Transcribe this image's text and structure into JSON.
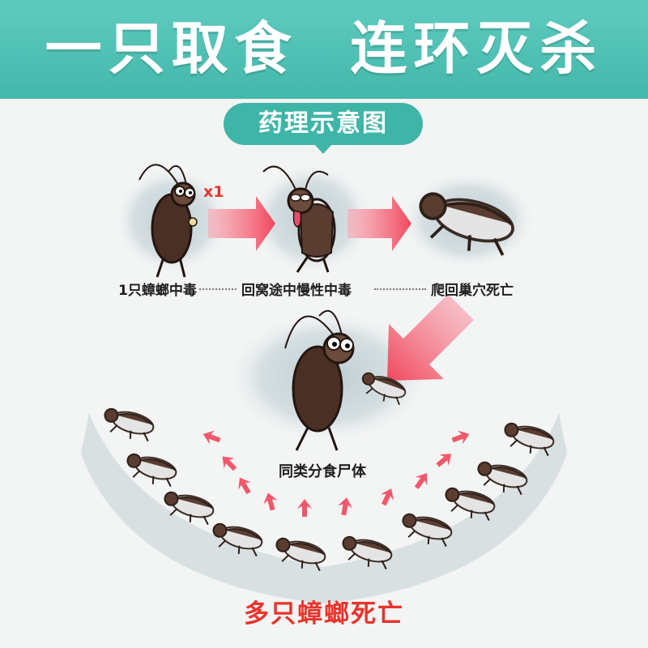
{
  "header": {
    "title": "一只取食  连环灭杀"
  },
  "badge": {
    "label": "药理示意图"
  },
  "multiplier": "x1",
  "stages": [
    {
      "label": "1只蟑螂中毒"
    },
    {
      "label": "回窝途中慢性中毒"
    },
    {
      "label": "爬回巢穴死亡"
    }
  ],
  "center": {
    "label": "同类分食尸体"
  },
  "result": {
    "label": "多只蟑螂死亡"
  },
  "colors": {
    "banner": "#45b9ac",
    "accent": "#3fb5a8",
    "arrow": "#f2576a",
    "alert": "#e8342b"
  }
}
